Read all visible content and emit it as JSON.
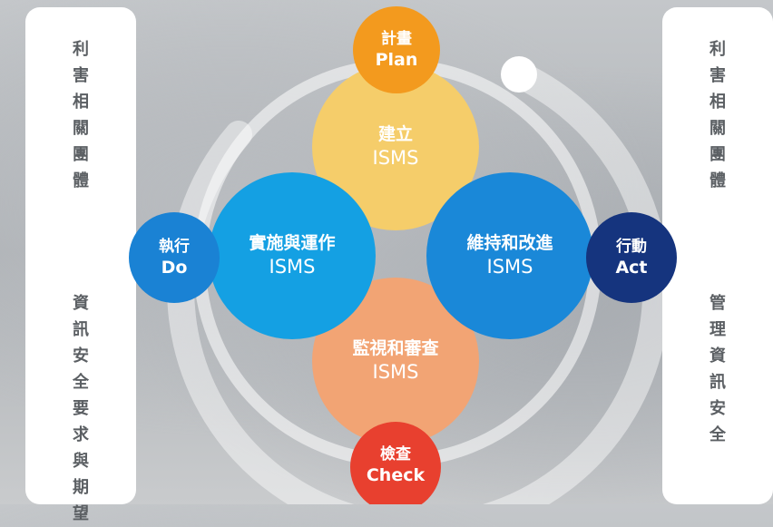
{
  "left_panel": {
    "top_text": "利害相關團體",
    "bottom_text": "資訊安全要求與期望"
  },
  "right_panel": {
    "top_text": "利害相關團體",
    "bottom_text": "管理資訊安全"
  },
  "phases": {
    "plan": {
      "zh": "計畫",
      "en": "Plan",
      "color": "#f39a1e"
    },
    "do": {
      "zh": "執行",
      "en": "Do",
      "color": "#1a82d4"
    },
    "check": {
      "zh": "檢查",
      "en": "Check",
      "color": "#e8402f"
    },
    "act": {
      "zh": "行動",
      "en": "Act",
      "color": "#15347e"
    }
  },
  "stages": {
    "establish": {
      "zh": "建立",
      "en": "ISMS",
      "color": "#f5cd6a"
    },
    "implement": {
      "zh": "實施與運作",
      "en": "ISMS",
      "color": "#14a0e3"
    },
    "maintain": {
      "zh": "維持和改進",
      "en": "ISMS",
      "color": "#1a88d8"
    },
    "monitor": {
      "zh": "監視和審查",
      "en": "ISMS",
      "color": "#f2a474"
    }
  }
}
